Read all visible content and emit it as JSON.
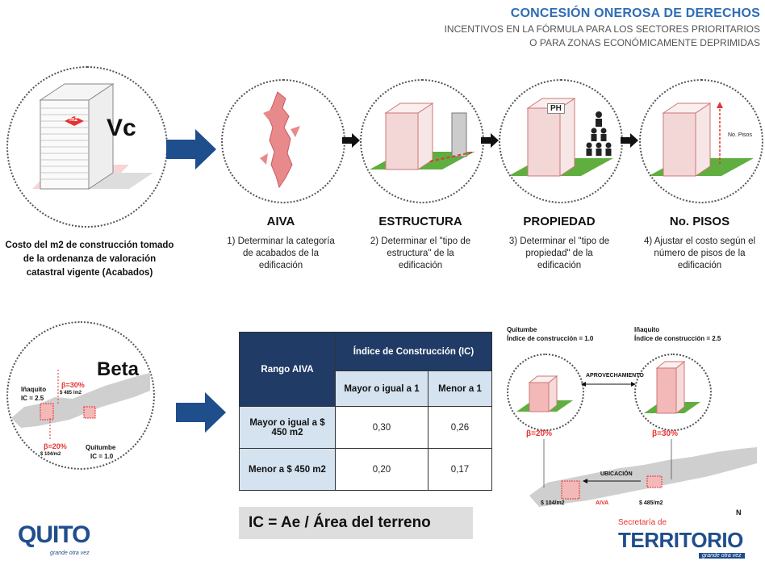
{
  "header": {
    "title": "CONCESIÓN ONEROSA DE DERECHOS",
    "subtitle_line1": "INCENTIVOS EN LA FÓRMULA PARA LOS SECTORES PRIORITARIOS",
    "subtitle_line2": "O PARA ZONAS ECONÓMICAMENTE DEPRIMIDAS"
  },
  "vc": {
    "label": "Vc",
    "m2_tag": "m2",
    "description": "Costo del m2 de construcción tomado de la ordenanza de valoración catastral vigente (Acabados)"
  },
  "steps": [
    {
      "title": "AIVA",
      "desc": "1) Determinar la categoría de acabados de la edificación"
    },
    {
      "title": "ESTRUCTURA",
      "desc": "2) Determinar el \"tipo de estructura\" de la edificación"
    },
    {
      "title": "PROPIEDAD",
      "desc": "3) Determinar el \"tipo de propiedad\" de la edificación",
      "tag": "PH"
    },
    {
      "title": "No. PISOS",
      "desc": "4) Ajustar el costo según el número de pisos de la edificación",
      "tag": "No. Pisos"
    }
  ],
  "beta": {
    "label": "Beta",
    "inaquito_name": "Iñaquito",
    "inaquito_ic": "IC = 2.5",
    "inaquito_beta": "β=30%",
    "inaquito_price": "$ 485 /m2",
    "quitumbe_beta": "β=20%",
    "quitumbe_price": "$ 104/m2",
    "quitumbe_name": "Quitumbe",
    "quitumbe_ic": "IC = 1.0"
  },
  "table": {
    "col_head_range": "Rango AIVA",
    "col_head_ic": "Índice de Construcción (IC)",
    "sub_col1": "Mayor o igual a 1",
    "sub_col2": "Menor a 1",
    "rows": [
      {
        "label": "Mayor o igual a $ 450 m2",
        "v1": "0,30",
        "v2": "0,26"
      },
      {
        "label": "Menor a $ 450 m2",
        "v1": "0,20",
        "v2": "0,17"
      }
    ]
  },
  "formula": "IC = Ae / Área del terreno",
  "map": {
    "quitumbe_label": "Quitumbe",
    "quitumbe_ic": "Índice de construcción = 1.0",
    "inaquito_label": "Iñaquito",
    "inaquito_ic": "Índice de construcción = 2.5",
    "aprovechamiento": "APROVECHAMIENTO",
    "beta_left": "β=20%",
    "beta_right": "β=30%",
    "ubicacion": "UBICACIÓN",
    "price_left": "$ 104/m2",
    "aiva": "AIVA",
    "price_right": "$ 485/m2",
    "north": "N"
  },
  "logos": {
    "quito": "QUITO",
    "quito_tag": "grande otra vez",
    "secretaria": "Secretaría de",
    "territorio": "TERRITORIO",
    "territorio_tag": "grande otra vez"
  },
  "colors": {
    "title_blue": "#2e6db4",
    "arrow_blue": "#1f4e8c",
    "table_dark": "#1f3b66",
    "table_light": "#d5e3f0",
    "accent_red": "#e63232",
    "ground_green": "#5fae3f",
    "building_pink": "#f3b9b9"
  }
}
